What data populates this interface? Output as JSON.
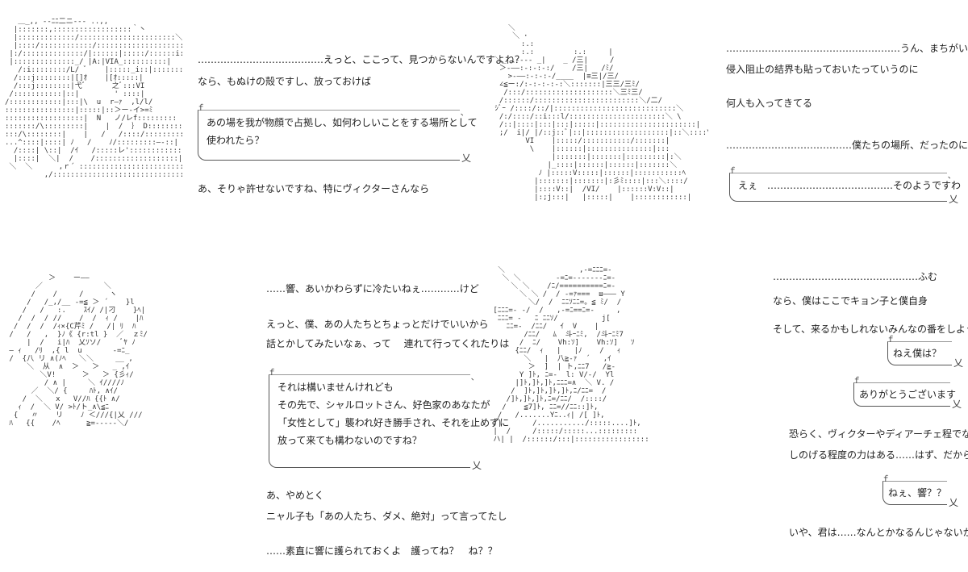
{
  "panels": {
    "p1": {
      "art": "   ＿_,, -‐ﾆﾆ二ニ‐-- ..,,\n  |:::::::,::::::::::::::::::｀丶\n  |:::::::::::::/::::::::::::::::::::::＼\n  |::::/::::::::::::/:::::::::::::::::::::::\\\n |:/::::::::::::::/|::::::|:::::/::::::i:::::\n |::::::::::::::_/ |A:|VIA_::::::::::|\n   /:i::::::::/L/ ﾞ    |:::::_i::|:::::::|\n  /:::j::::::::|[]ｵ    |[ｵ:::::|\n  /:::j::::::::|弋ﾞ      之ﾞ:::VI\n /:::::::::::|::|        ' ::::|\n/::::::::::::|:::|\\  u  r―ｧ  ,l/l/\n::::::::::::::::|:::::|::＞ー-イ>=ﾐ\n::::::::::::::::::|  N   ノ/レf:::::::::\n:::::::/\\:::::::::|    |  /  ｝ D::::::::::\n:::/\\::::::::|    |   /   /::::/::::::::::\n...^::::|::::| ﾉ   /    ﾉ/:::::::::―‐::|\n  /::::| \\::|  /ｲ   /:::::レ'::::::::::::|\n  |::::|  ＼|  /    /:::::::::::::::::::|\n ＼  ＼      ,ｒ´ ::::::::::::::::::::::::::\n         ,/::::::::::::::::::::::::::::::::::",
      "lines": [
        "…………………………………えっと、ここって、見つからないんですよね？",
        "なら、もぬけの殻ですし、放っておけば",
        "あ、そりゃ許せないですね、特にヴィクターさんなら"
      ],
      "box": [
        "あの場を我が物顔で占拠し、如何わしいことをする場所として",
        "使われたら？"
      ]
    },
    "p2": {
      "art": "    ＼\n     ＼ ･\n       :.:\n       :.:         :.:     |\n ＼_  ---- _|    _ /三|     /\n  ＞-――:-:-:-:/    /三|   /ﾐ/\n    >-――:-:-:-/____  |≡三|/三/\n  ∠≦ー:/:-:-:-:-:＼:::::::|三三/三ﾐ/\n   /:::/::::::::::::::::::::＼三ﾐ三/\n  /::::::/::::::::::::::::::::::::＼/二/\n ｼﾞｰ /::::/::/|::::::::::::::::::::::::::::＼\n  /:/::::/::i:::l/::::::::::::::::::::::＼ \\\n  /::|::::|:::|:::|:::::|::::::::::::::::::::::|\n  ;/  i|/ |/::j::ﾞ|::|:::::::::::::::::::|::＼::::\\\n        VI    |:::::/:::::::::::/:::::::|\n         \\    |::::::|:::::::::::::::|:::\n              |:::::::|:::::::|:::::::::|:＼\n             |_::::|::::::|::::::|:::::::＼\n           ﾉ |:::::V:::::|::::::|:::::::::::ﾍ\n          |:::::::|:::::::|:彡ﾐ::::|:::＼::::/\n          |::::V::|  /VI/    |::::::V:V::|\n          |:;j:::|   |:::::|    |::::::::::::|",
      "lines": [
        "………………………………………………うん、まちがいないね",
        "侵入阻止の結界も貼っておいたっていうのに",
        "何人も入ってきてる",
        "…………………………………僕たちの場所、だったのに"
      ],
      "box": [
        "えぇ　…………………………………そのようですわ"
      ]
    },
    "p3": {
      "art": "          ＞    ー――\n       ／              ＼\n      /    /     /      ヽ\n     /   /_,/__ -=≦ ＞ ´    }l\n    /   /   :.    ｽｲ/ /|刁    }ﾍ|\n   /  /  / //    /  /  ｨ /    |ﾊ\n  /  /  /  /ｨ×{C芹ﾐ /   /| ﾘ  ﾊ\n /   /   ,  }ﾉ《 {r:tl }  ／  ｚﾐ/\n     |  /   i|ﾊ  乂ｿソ/     ﾞﾔ ﾉ\n ― ｨ   /ﾘ  ,{ l  u       -=ﾆ_\n /  {八 リ ∧(ﾉﾍ   ＼＼     __ ,\n     ＼  从  ∧  ＞   ＞   _ ,ｲ\n        ＼V!      ＞   ＞ {彡ｨ/\n         / ∧ |     ＼ ｲ////ﾉ\n      ／  ＼/ {     ﾊﾄ, ∧ｲ/\n    /  ＼   x   V//ﾊ {{ﾄ ∧/\n   ｨ  /  ＼ V/ >ﾄ/ト_∧\\≦ﾆ\n  {   〃    リ    ﾉ ＜///{|乂 ///\n ﾊ   {{    /ﾍ      ≧=-----＼/",
      "lines": [
        "……響、あいかわらずに冷たいねぇ…………けど",
        "えっと、僕、あの人たちとちょっとだけでいいから",
        "話とかしてみたいなぁ、って　 連れて行ってくれたりは",
        "あ、やめとく",
        "ニャル子も「あの人たち、ダメ、絶対」って言ってたし",
        "……素直に響に護られておくよ　護ってね？　ね？？"
      ],
      "box": [
        "それは構いませんけれども",
        "その先で、シャルロットさん、好色家のあなたが",
        "「女性として」襲われ好き勝手され、それを止めずに",
        "放って来ても構わないのですね？"
      ]
    },
    "p4": {
      "art": "  ＼                 ,-=ﾆﾆﾆ=-\n   ＼ ＼        -=ﾆ=-------ﾆ=-\n     ＼ ＼    /ﾆ/==========ﾆ=-\n       ＼ ＼ /  / -=ｧ===  ш――― Y\n         ＼/  /  ﾆﾆｿﾆﾆ=。≦ ﾐ/  /\n [ﾆﾆﾆ=- -/  /   ,-=ﾆ==ﾆ=-     ,\n  ﾆﾆﾆ= -   ﾆ ﾆﾆｿ/          j[\n    ﾆﾆ=-  /ﾆﾆ/   ｲ  V    |\n        /ﾆﾆ/   ﾑ  斗ｰﾆﾐ,  /斗ｰﾆﾐ7\n       /  ﾆ/    Vh:ｿ]    Vh:ｿ]   ｿ\n      {ﾆﾆ/  ｨ   |   |ﾉ    /   ｨ\n        ＼   |  八≧-ｧ  ´   ,ｲ\n         ＞  ]  | ト,ﾆﾆ7   /≧-\n       Y ]ﾄ, ﾆ=-  l: V/-/  Yl\n      |]ﾄ,]ﾄ,]ﾄ,ﾆﾆﾆ=∧  ＼ V. /\n     /  ]ﾄ,]ﾄ,]ﾄ,]ﾄ,ﾆ/ﾆﾆ=  /\n    /]ﾄ,]ﾄ,]ﾄ,ﾆ=/ﾆﾆ/  /::::/\n   /    ≦7]ﾄ, ﾆﾆ=//ﾆﾆ::]ﾄ,\n  /   /.......Yﾆ..ｨ| /[ ]ﾄ,\n /|       /.........../:::::....]ﾄ,\n |  /     /:::::/:::::...:::::::::\n ハ| |  /::::::/:::|:::::::::::::::::",
      "lines": [
        "………………………………………ふむ",
        "なら、僕はここでキョン子と僕自身",
        "そして、来るかもしれないみんなの番をしよう",
        "恐らく、ヴィクターやディアーチェ程でなければ",
        "しのげる程度の力はある……はず、だからな",
        "いや、君は……なんとかなるんじゃないか？"
      ],
      "boxes": [
        "ねえ僕は？",
        "ありがとうございます",
        "ねぇ、響？？"
      ]
    }
  }
}
